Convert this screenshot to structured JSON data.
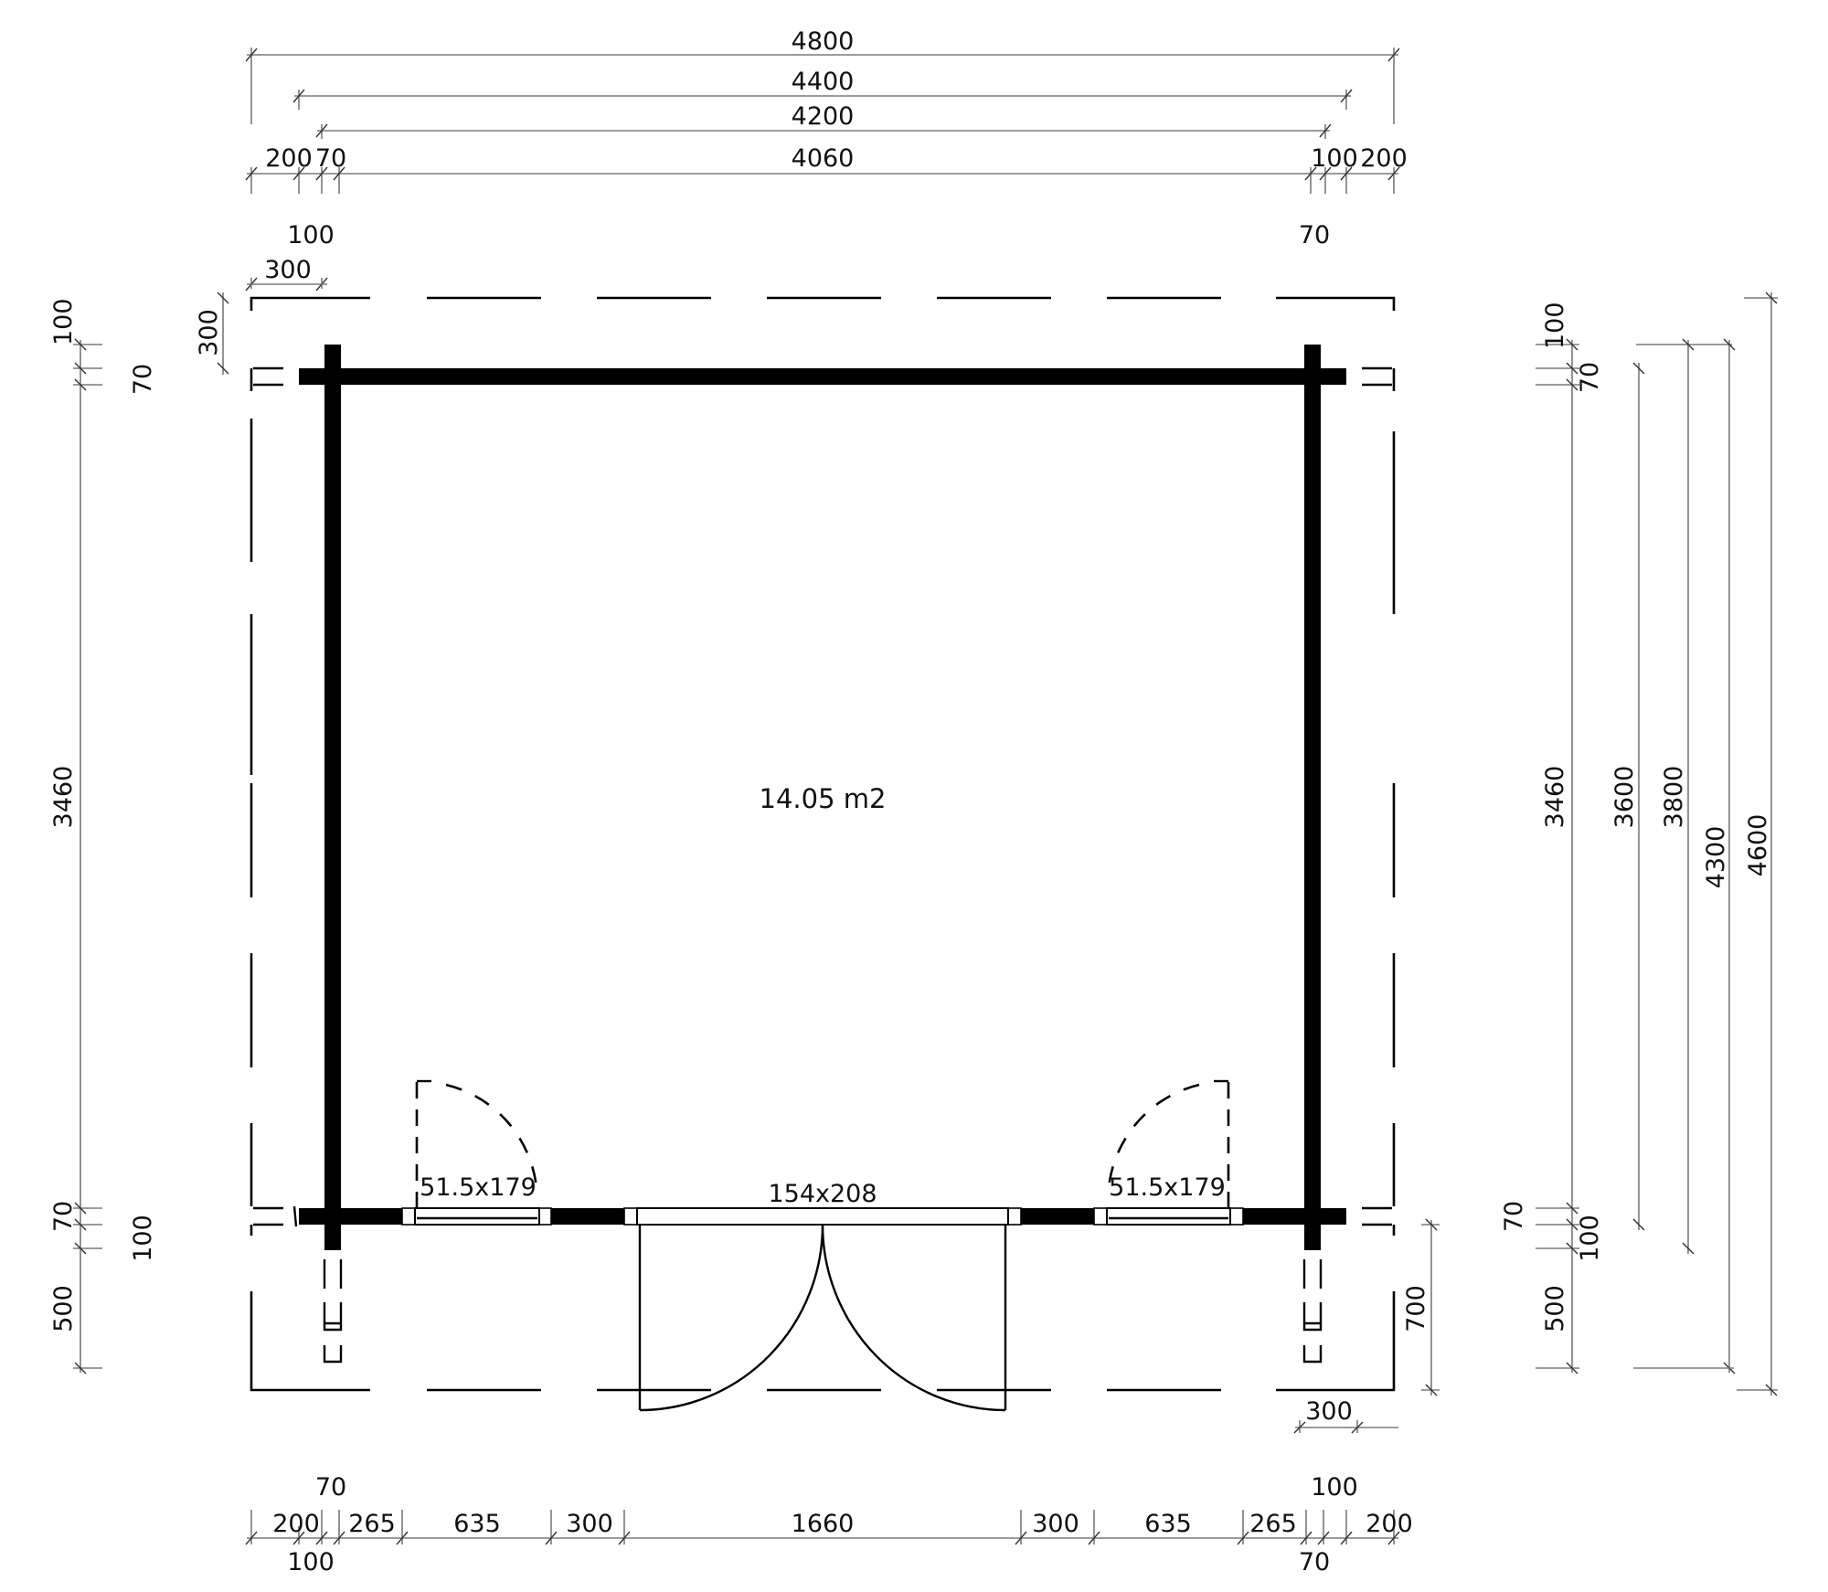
{
  "drawing": {
    "type": "floor-plan",
    "area_label": "14.05 m2",
    "openings": {
      "window_left": "51.5x179",
      "door_center": "154x208",
      "window_right": "51.5x179"
    },
    "top_dimensions": {
      "overall": "4800",
      "row2": "4400",
      "row3": "4200",
      "row4_left_200": "200",
      "row4_left_70": "70",
      "row4_main": "4060",
      "row4_right_100": "100",
      "row4_right_200": "200",
      "below_left_100": "100",
      "below_right_70": "70",
      "overhang_300": "300"
    },
    "left_dimensions": {
      "overhang_300": "300",
      "top_100": "100",
      "top_70": "70",
      "main": "3460",
      "bottom_70": "70",
      "bottom_100": "100",
      "bottom_500": "500"
    },
    "right_dimensions": {
      "top_100": "100",
      "top_70": "70",
      "main_3460": "3460",
      "d3600": "3600",
      "d3800": "3800",
      "d4300": "4300",
      "d4600": "4600",
      "bottom_70": "70",
      "bottom_100": "100",
      "bottom_500": "500",
      "overhang_700": "700",
      "overhang_300": "300"
    },
    "bottom_dimensions": {
      "above_left_70": "70",
      "above_right_100": "100",
      "segments": [
        "200",
        "265",
        "635",
        "300",
        "1660",
        "300",
        "635",
        "265",
        "200"
      ],
      "below_left_100": "100",
      "below_right_70": "70"
    }
  }
}
